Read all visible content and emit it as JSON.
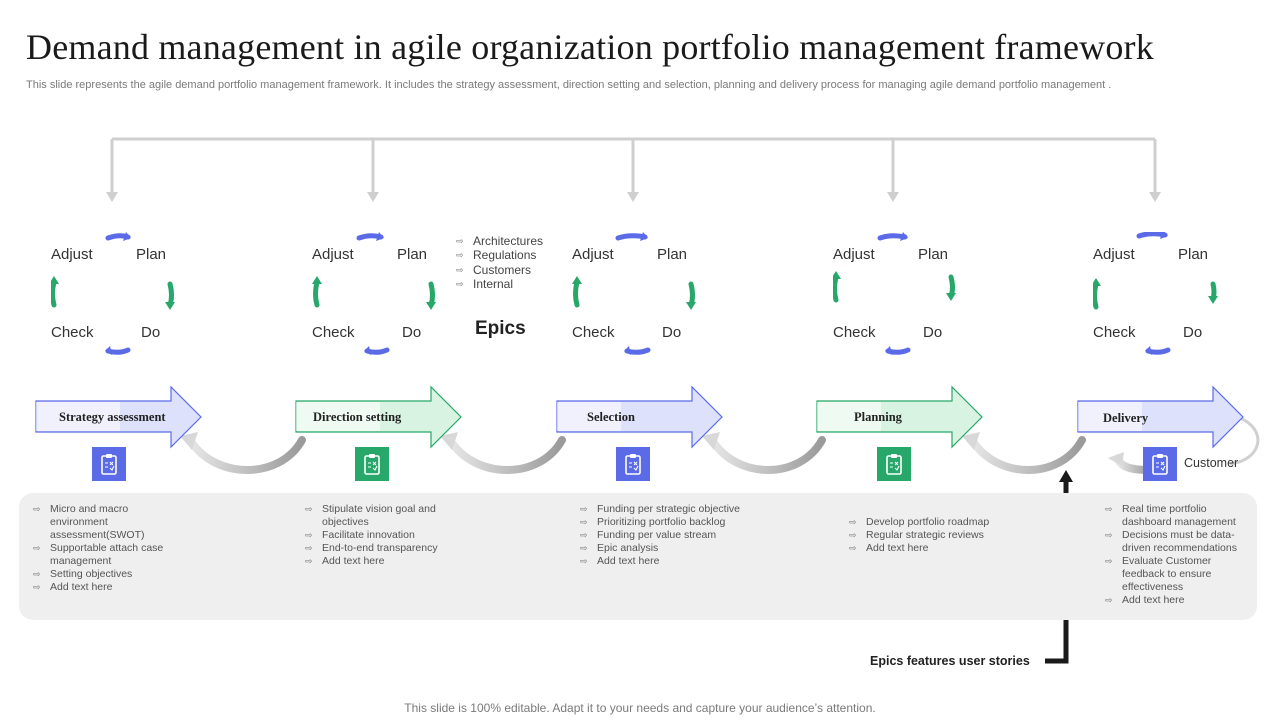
{
  "title": "Demand management in agile organization portfolio management framework",
  "subtitle": "This slide represents the agile demand portfolio management framework. It includes the strategy assessment, direction setting  and selection, planning and delivery process for managing agile demand portfolio management .",
  "cycle": {
    "adjust": "Adjust",
    "plan": "Plan",
    "check": "Check",
    "do": "Do"
  },
  "stages": [
    {
      "label": "Strategy assessment",
      "color": "#5b6be8"
    },
    {
      "label": "Direction setting",
      "color": "#27a86a"
    },
    {
      "label": "Selection",
      "color": "#5b6be8"
    },
    {
      "label": "Planning",
      "color": "#27a86a"
    },
    {
      "label": "Delivery",
      "color": "#5b6be8"
    }
  ],
  "epics": {
    "title": "Epics",
    "items": [
      "Architectures",
      "Regulations",
      "Customers",
      "Internal"
    ]
  },
  "customer_label": "Customer",
  "epics_features_label": "Epics features user stories",
  "bullets": [
    [
      "Micro and  macro environment assessment(SWOT)",
      "Supportable  attach case management",
      "Setting objectives",
      "Add text here"
    ],
    [
      "Stipulate vision goal and objectives",
      "Facilitate innovation",
      "End-to-end transparency",
      "Add text here"
    ],
    [
      "Funding per strategic objective",
      "Prioritizing portfolio backlog",
      "Funding  per value stream",
      "Epic analysis",
      "Add text here"
    ],
    [
      "Develop portfolio roadmap",
      "Regular strategic reviews",
      "Add text here"
    ],
    [
      "Real time portfolio dashboard management",
      "Decisions must be data-driven recommendations",
      "Evaluate Customer feedback to ensure effectiveness",
      "Add text here"
    ]
  ],
  "footer": "This slide is 100% editable. Adapt it to your needs and capture your audience’s attention.",
  "colors": {
    "blue": "#5b6be8",
    "green": "#27a86a",
    "arrow_blue_fill": "#dde1fb",
    "arrow_green_fill": "#d9f3e3",
    "panel": "#efefef",
    "connector": "#cccccc"
  },
  "icons": [
    "clipboard-icon"
  ]
}
